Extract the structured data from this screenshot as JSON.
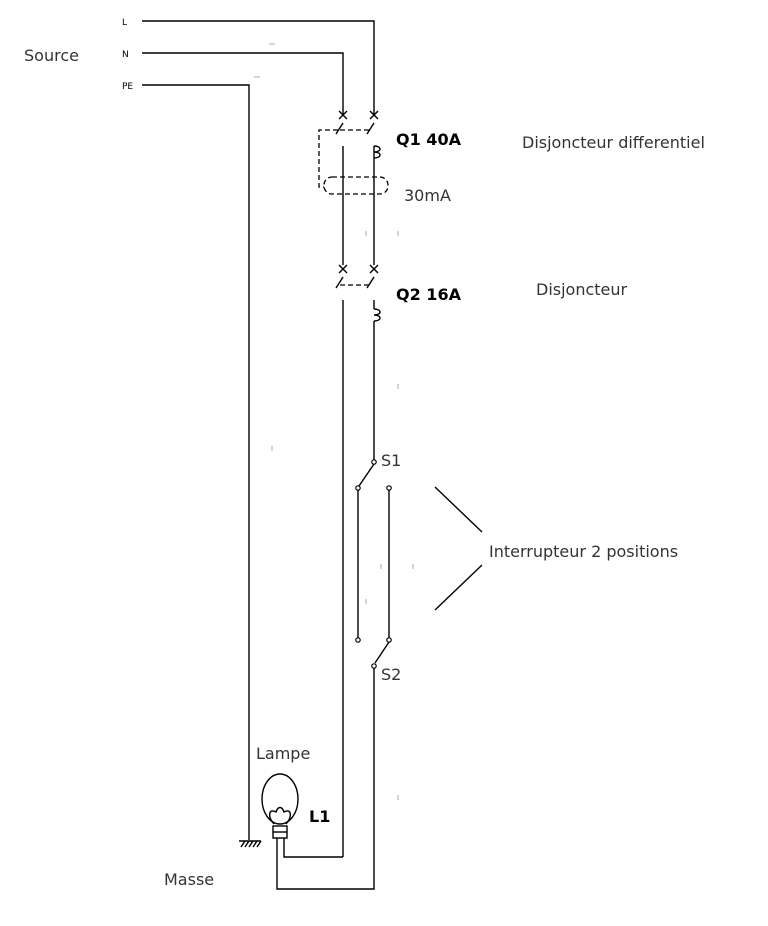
{
  "source": {
    "label": "Source",
    "lines": {
      "l": "L",
      "n": "N",
      "pe": "PE"
    }
  },
  "q1": {
    "id": "Q1 40A",
    "description": "Disjoncteur differentiel",
    "sensitivity": "30mA"
  },
  "q2": {
    "id": "Q2 16A",
    "description": "Disjoncteur"
  },
  "switches": {
    "s1": "S1",
    "s2": "S2",
    "description": "Interrupteur 2 positions"
  },
  "lamp": {
    "label": "Lampe",
    "id": "L1"
  },
  "ground": {
    "label": "Masse"
  }
}
